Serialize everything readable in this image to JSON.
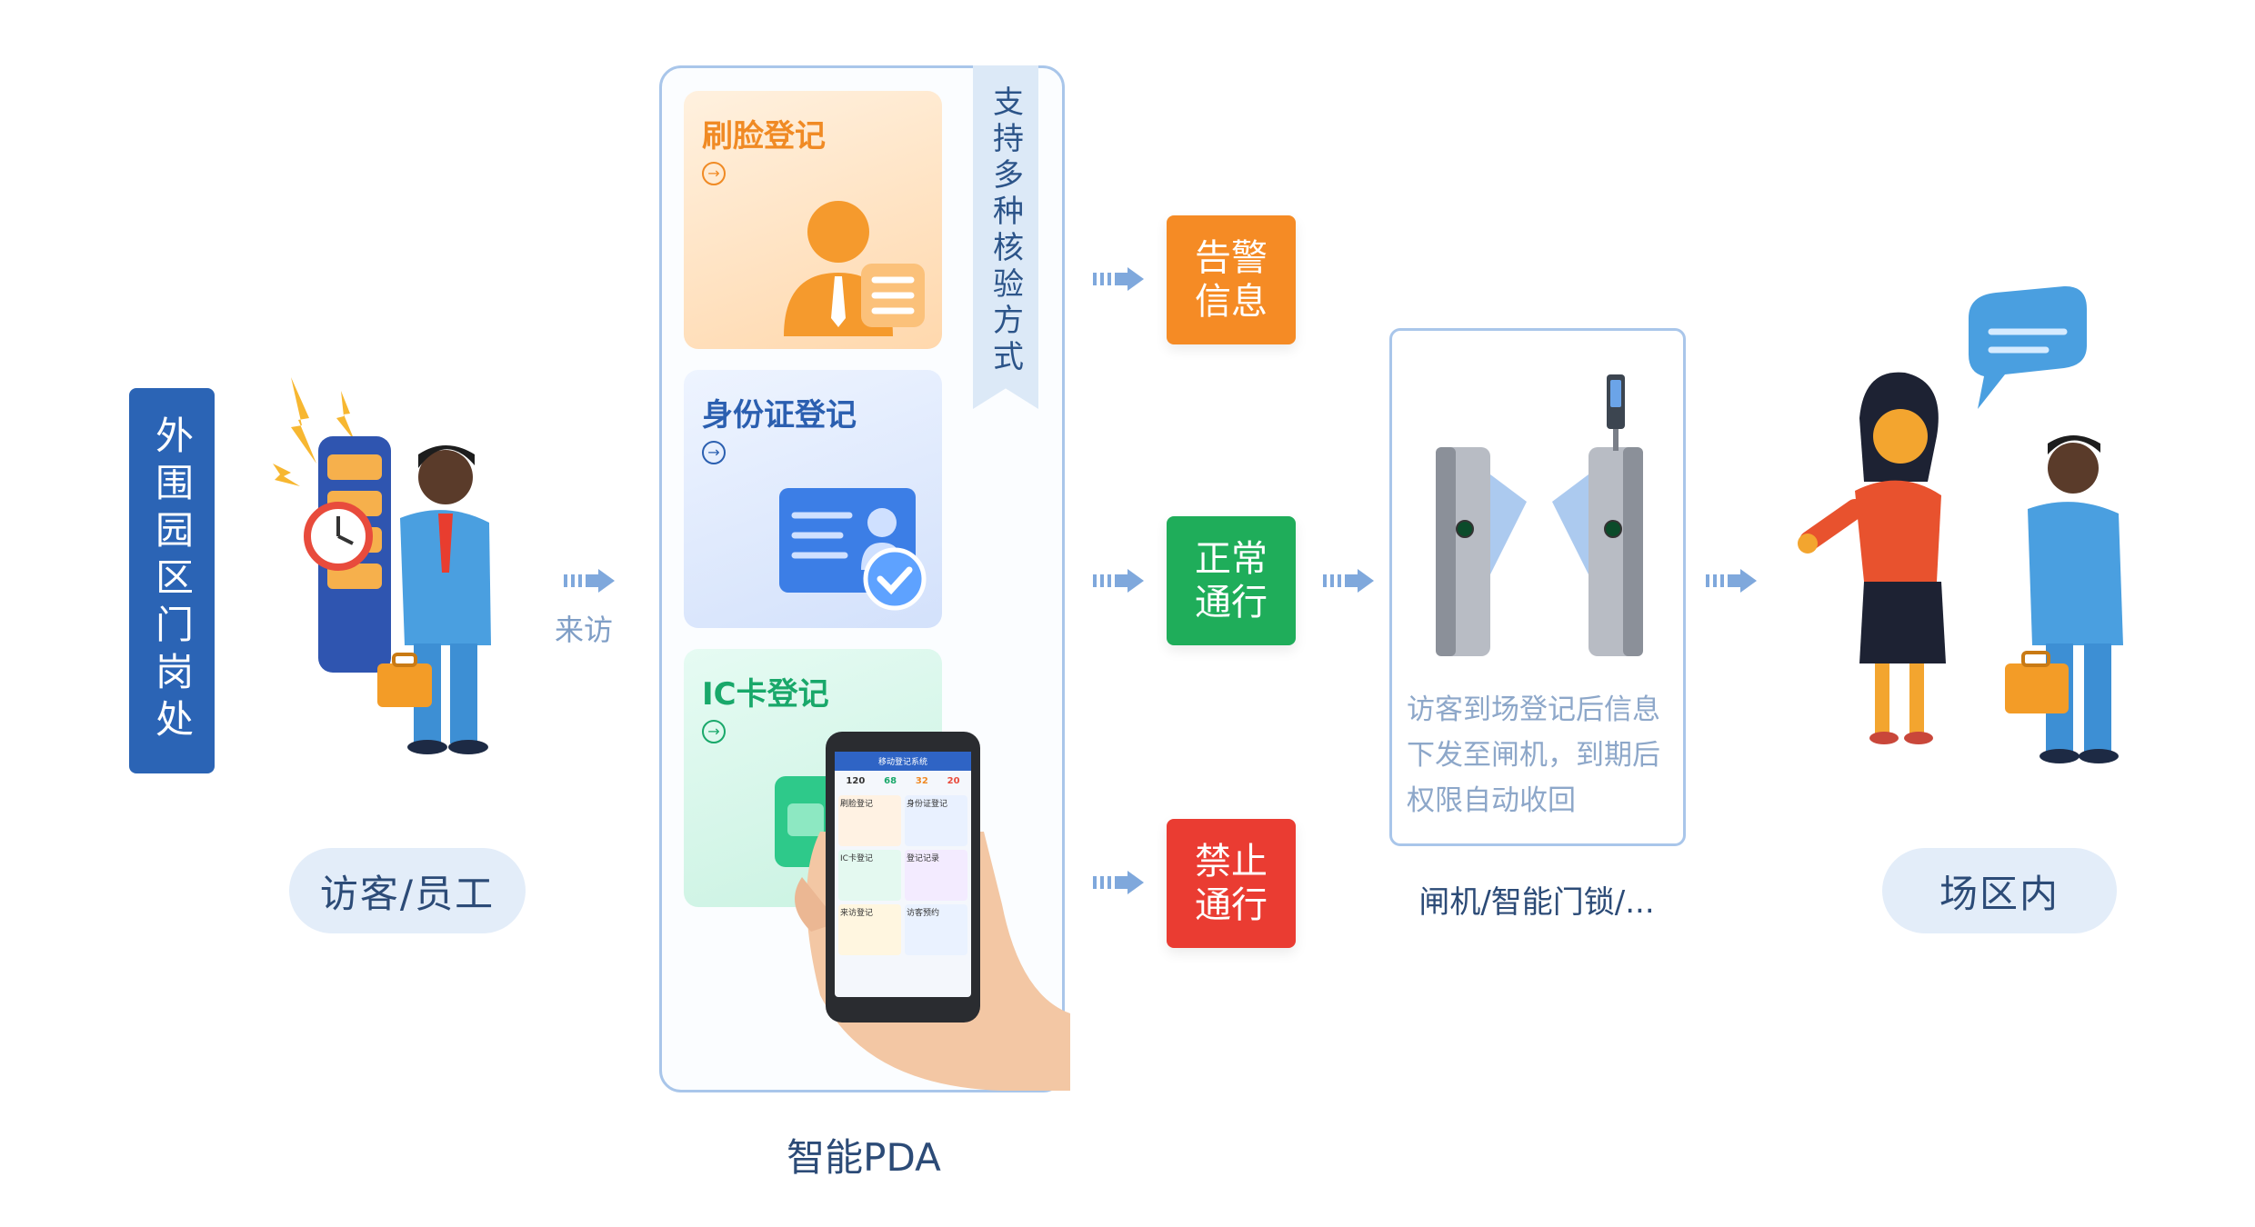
{
  "left_tag": "外围园区门岗处",
  "visitor_pill": "访客/员工",
  "arrow_visit_label": "来访",
  "ribbon_text": "支持多种核验方式",
  "cards": [
    {
      "title": "刷脸登记",
      "color": "#f08a24",
      "icon": "face-scan-icon"
    },
    {
      "title": "身份证登记",
      "color": "#2b5fb0",
      "icon": "id-card-icon"
    },
    {
      "title": "IC卡登记",
      "color": "#19a86a",
      "icon": "ic-card-icon"
    }
  ],
  "pda_label": "智能PDA",
  "phone": {
    "header": "移动登记系统",
    "stats": [
      "120",
      "68",
      "32",
      "20"
    ],
    "tiles": [
      "刷脸登记",
      "身份证登记",
      "IC卡登记",
      "登记记录",
      "来访登记",
      "访客预约"
    ]
  },
  "results": {
    "alarm": "告警信息",
    "normal": "正常通行",
    "deny": "禁止通行"
  },
  "gate_desc": "访客到场登记后信息下发至闸机，到期后权限自动收回",
  "gate_label": "闸机/智能门锁/...",
  "inside_pill": "场区内",
  "colors": {
    "accent": "#2b64b5",
    "alarm": "#f58b25",
    "normal": "#1fad5a",
    "deny": "#ea3c32",
    "arrow": "#7fa8dc"
  }
}
